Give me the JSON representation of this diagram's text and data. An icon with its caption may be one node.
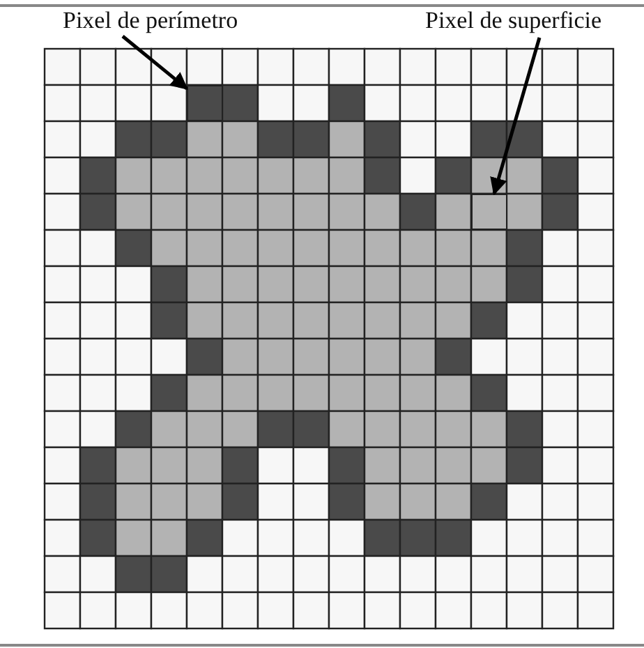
{
  "diagram": {
    "nodes": [
      {
        "text": [
          "Pixel de perímetro"
        ]
      },
      {
        "text": [],
        "shape": "box"
      },
      {
        "text": [
          "Pixel de superficie"
        ]
      },
      {
        "text": [],
        "shape": "box"
      }
    ],
    "edges": [
      {
        "from": 0,
        "to": 1,
        "arrow": "to"
      },
      {
        "from": 2,
        "to": 3,
        "arrow": "to"
      }
    ]
  }
}
